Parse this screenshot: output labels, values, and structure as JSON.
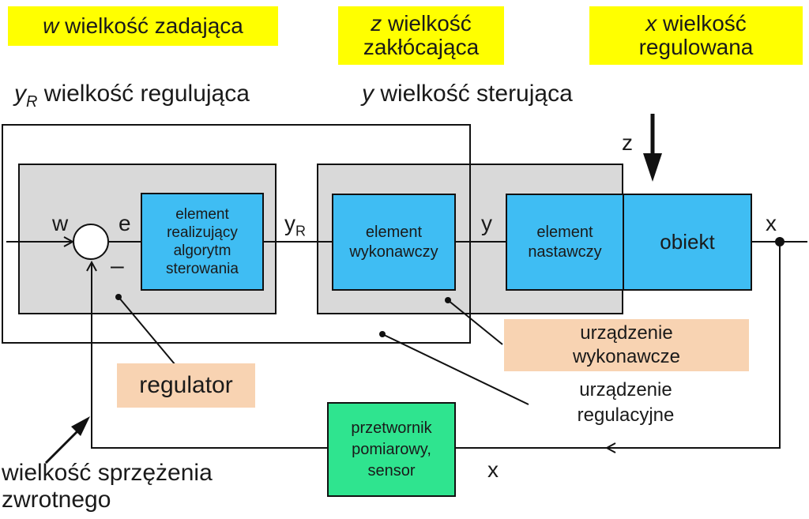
{
  "top_labels": {
    "w_symbol": "w",
    "w_text": "wielkość zadająca",
    "z_symbol": "z",
    "z_text_1": "wielkość",
    "z_text_2": "zakłócająca",
    "x_symbol": "x",
    "x_text_1": "wielkość",
    "x_text_2": "regulowana"
  },
  "section_labels": {
    "yr_symbol": "y",
    "yr_subscript": "R",
    "yr_text": "wielkość regulująca",
    "y_symbol": "y",
    "y_text": "wielkość sterująca"
  },
  "blocks": {
    "algorithm": [
      "element",
      "realizujący",
      "algorytm",
      "sterowania"
    ],
    "actuator": [
      "element",
      "wykonawczy"
    ],
    "setting": [
      "element",
      "nastawczy"
    ],
    "object": "obiekt",
    "sensor": [
      "przetwornik",
      "pomiarowy,",
      "sensor"
    ]
  },
  "signals": {
    "w": "w",
    "e": "e",
    "minus": "–",
    "yR_main": "y",
    "yR_sub": "R",
    "y": "y",
    "z": "z",
    "x_out": "x",
    "x_feedback": "x"
  },
  "annotations": {
    "regulator": "regulator",
    "executive_device": [
      "urządzenie",
      "wykonawcze"
    ],
    "control_device": [
      "urządzenie",
      "regulacyjne"
    ],
    "feedback": [
      "wielkość sprzężenia",
      "zwrotnego"
    ]
  },
  "colors": {
    "yellow": "#ffff00",
    "blue_block": "#3fbdf3",
    "green_block": "#2fe48f",
    "grey_group": "#d9d9d9",
    "peach_label": "#f8d3b2"
  }
}
